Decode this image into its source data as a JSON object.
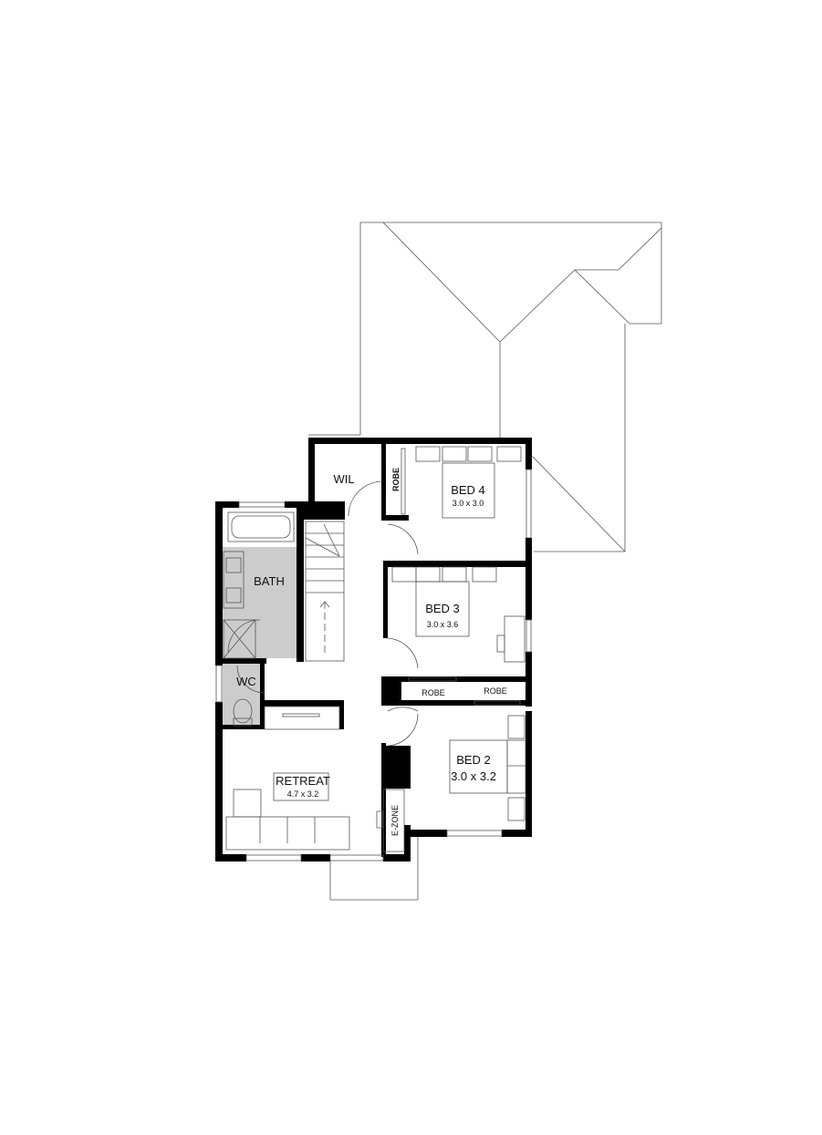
{
  "plan": {
    "rooms": [
      {
        "name": "BED 4",
        "size": "3.0 x 3.0"
      },
      {
        "name": "BED 3",
        "size": "3.0 x 3.6"
      },
      {
        "name": "BED 2",
        "size": "3.0 x 3.2"
      },
      {
        "name": "RETREAT",
        "size": "4.7 x 3.2"
      },
      {
        "name": "BATH"
      },
      {
        "name": "WC"
      },
      {
        "name": "WIL"
      },
      {
        "name": "ROBE"
      },
      {
        "name": "ROBE"
      },
      {
        "name": "ROBE"
      },
      {
        "name": "E-ZONE"
      }
    ],
    "colors": {
      "wall": "#000000",
      "wet_area": "#cccccc",
      "line": "#555555"
    }
  }
}
